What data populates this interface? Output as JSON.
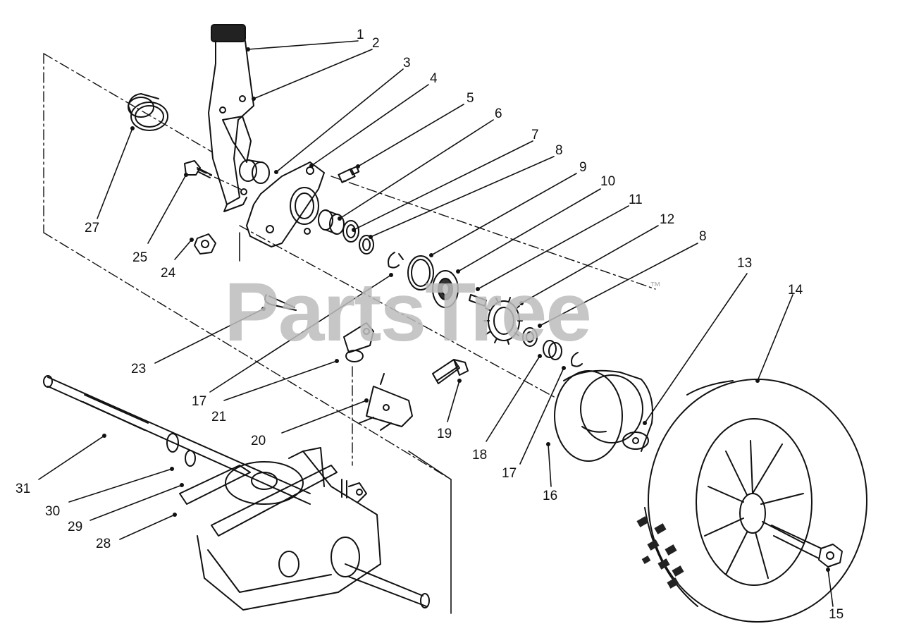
{
  "watermark": {
    "text": "PartsTree",
    "trademark": "™"
  },
  "callouts": {
    "c1": "1",
    "c2": "2",
    "c3": "3",
    "c4": "4",
    "c5": "5",
    "c6": "6",
    "c7": "7",
    "c8a": "8",
    "c9": "9",
    "c10": "10",
    "c11": "11",
    "c12": "12",
    "c8b": "8",
    "c13": "13",
    "c14": "14",
    "c15": "15",
    "c16": "16",
    "c17a": "17",
    "c18": "18",
    "c17b": "17",
    "c19": "19",
    "c20": "20",
    "c21": "21",
    "c23": "23",
    "c24": "24",
    "c25": "25",
    "c27": "27",
    "c28": "28",
    "c29": "29",
    "c30": "30",
    "c31": "31"
  }
}
